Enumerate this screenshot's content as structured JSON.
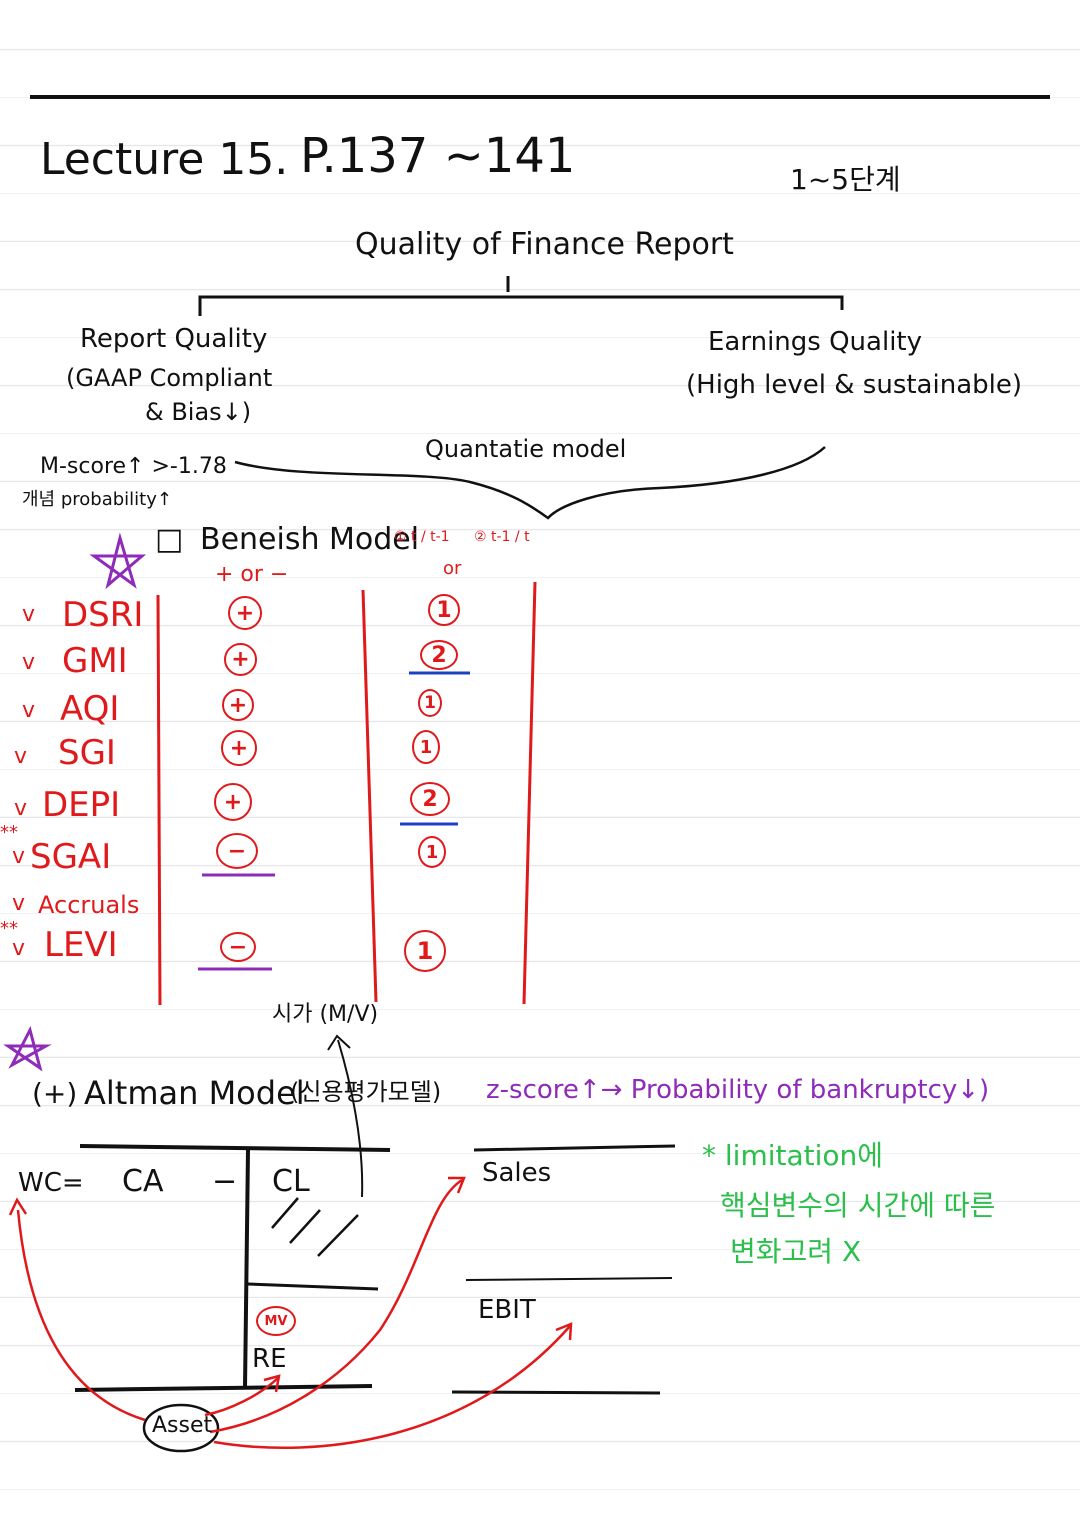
{
  "lecture": {
    "title": "Lecture 15.",
    "pages": "P.137 ~141",
    "steps": "1~5단계"
  },
  "quality": {
    "main": "Quality of Finance Report",
    "left_title": "Report Quality",
    "left_detail_1": "(GAAP Compliant",
    "left_detail_2": "& Bias↓)",
    "right_title": "Earnings Quality",
    "right_detail": "(High level & sustainable)",
    "model_label": "Quantatie model"
  },
  "mscore": {
    "line1": "M-score↑ >-1.78",
    "line2": "개념 probability↑"
  },
  "beneish": {
    "checkbox_label": "□",
    "title": "Beneish Model",
    "col_sign_header": "+ or −",
    "col_period_header_a": "① t / t-1",
    "col_period_header_b": "or",
    "col_period_header_c": "② t-1 / t",
    "rows": [
      {
        "check": "v",
        "name": "DSRI",
        "sign": "+",
        "period": "1"
      },
      {
        "check": "v",
        "name": "GMI",
        "sign": "+",
        "period": "2"
      },
      {
        "check": "v",
        "name": "AQI",
        "sign": "+",
        "period": "1"
      },
      {
        "check": "v",
        "name": "SGI",
        "sign": "+",
        "period": "1"
      },
      {
        "check": "v",
        "name": "DEPI",
        "sign": "+",
        "period": "2"
      },
      {
        "check": "v",
        "name": "SGAI",
        "sign": "−",
        "period": "1"
      },
      {
        "check": "v",
        "name": "Accruals",
        "sign": "",
        "period": ""
      },
      {
        "check": "v",
        "name": "LEVI",
        "sign": "−",
        "period": "1"
      }
    ],
    "stars": "**"
  },
  "altman": {
    "marker": "(+)",
    "title": "Altman Model",
    "korean": "(신용평가모델)",
    "zscore": "z-score↑→ Probability of bankruptcy↓)",
    "market_note": "시가 (M/V)",
    "wc_label": "WC=",
    "ca": "CA",
    "minus": "−",
    "cl": "CL",
    "mv": "MV",
    "re": "RE",
    "asset": "Asset",
    "sales": "Sales",
    "ebit": "EBIT"
  },
  "limitation": {
    "line1": "* limitation에",
    "line2": "핵심변수의 시간에 따른",
    "line3": "변화고려 X"
  }
}
